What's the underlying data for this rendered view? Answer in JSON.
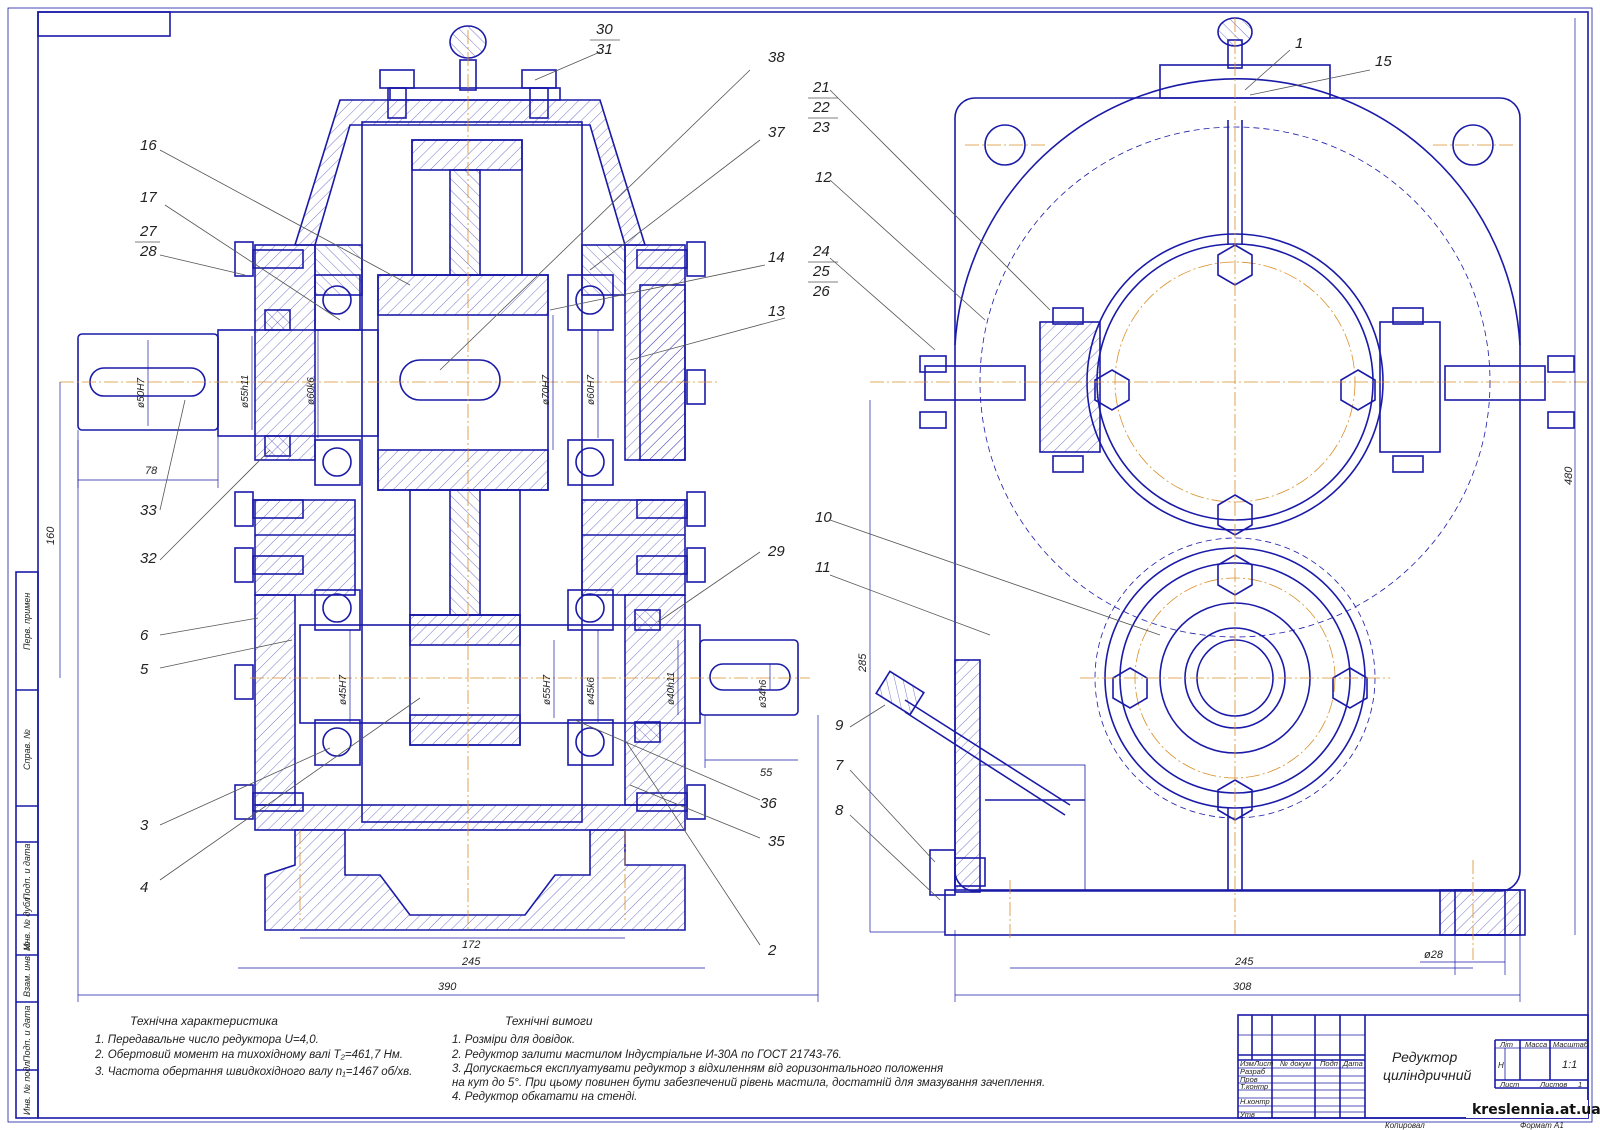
{
  "title_block": {
    "name_line1": "Редуктор",
    "name_line2": "циліндричний",
    "lit_label": "Літ",
    "mass_label": "Масса",
    "scale_label": "Масштаб",
    "lit_value": "Н",
    "scale_value": "1:1",
    "sheet_label": "Лист",
    "sheets_label": "Листов",
    "sheets_value": "1",
    "copied": "Копировал",
    "format": "Формат   А1",
    "col_izm": "Изм",
    "col_list": "Лист",
    "col_doc": "№ докум",
    "col_sign": "Подп",
    "col_date": "Дата",
    "row_razrab": "Разраб",
    "row_prov": "Пров",
    "row_tkontr": "Т.контр",
    "row_nkontr": "Н.контр",
    "row_utv": "Утв"
  },
  "side_stamps": [
    "Перв. примен",
    "Справ. №",
    "Подп. и дата",
    "Инв. № дубл",
    "Взам. инв. №",
    "Подп. и дата",
    "Инв. № подл"
  ],
  "tech_characteristics": {
    "heading": "Технічна характеристика",
    "lines": [
      "1. Передавальне число редуктора U=4,0.",
      "2. Обертовий момент на тихохідному валі T₂=461,7 Нм.",
      "3. Частота обертання швидкохідного валу n₁=1467 об/хв."
    ]
  },
  "tech_requirements": {
    "heading": "Технічні вимоги",
    "lines": [
      "1. Розміри для довідок.",
      "2. Редуктор залити мастилом Індустріальне И-30А по ГОСТ 21743-76.",
      "3. Допускається експлуатувати редуктор з відхиленням від горизонтального положення",
      "   на кут до 5°. При цьому повинен бути забезпечений рівень мастила, достатній для змазування зачеплення.",
      "4. Редуктор обкатати на стенді."
    ]
  },
  "watermark": "kreslennia.at.ua",
  "part_numbers": {
    "p1": "1",
    "p2": "2",
    "p3": "3",
    "p4": "4",
    "p5": "5",
    "p6": "6",
    "p7": "7",
    "p8": "8",
    "p9": "9",
    "p10": "10",
    "p11": "11",
    "p12": "12",
    "p13": "13",
    "p14": "14",
    "p15": "15",
    "p16": "16",
    "p17": "17",
    "p21": "21",
    "p22": "22",
    "p23": "23",
    "p24": "24",
    "p25": "25",
    "p26": "26",
    "p27": "27",
    "p28": "28",
    "p29": "29",
    "p30": "30",
    "p31": "31",
    "p32": "32",
    "p33": "33",
    "p35": "35",
    "p36": "36",
    "p37": "37",
    "p38": "38"
  },
  "dimensions": {
    "d78": "78",
    "d160": "160",
    "d172": "172",
    "d245a": "245",
    "d390": "390",
    "d55": "55",
    "d285": "285",
    "d480": "480",
    "d245b": "245",
    "d308": "308",
    "d28": "ø28"
  },
  "fits": {
    "f50H7": "ø50H7",
    "f55h11": "ø55h11",
    "f60k6": "ø60k6",
    "f70H7": "ø70H7",
    "f60H7": "ø60H7",
    "f45H7": "ø45H7",
    "f55H7": "ø55H7",
    "f45k6": "ø45k6",
    "f40h11": "ø40h11",
    "f34h6": "ø34h6"
  }
}
